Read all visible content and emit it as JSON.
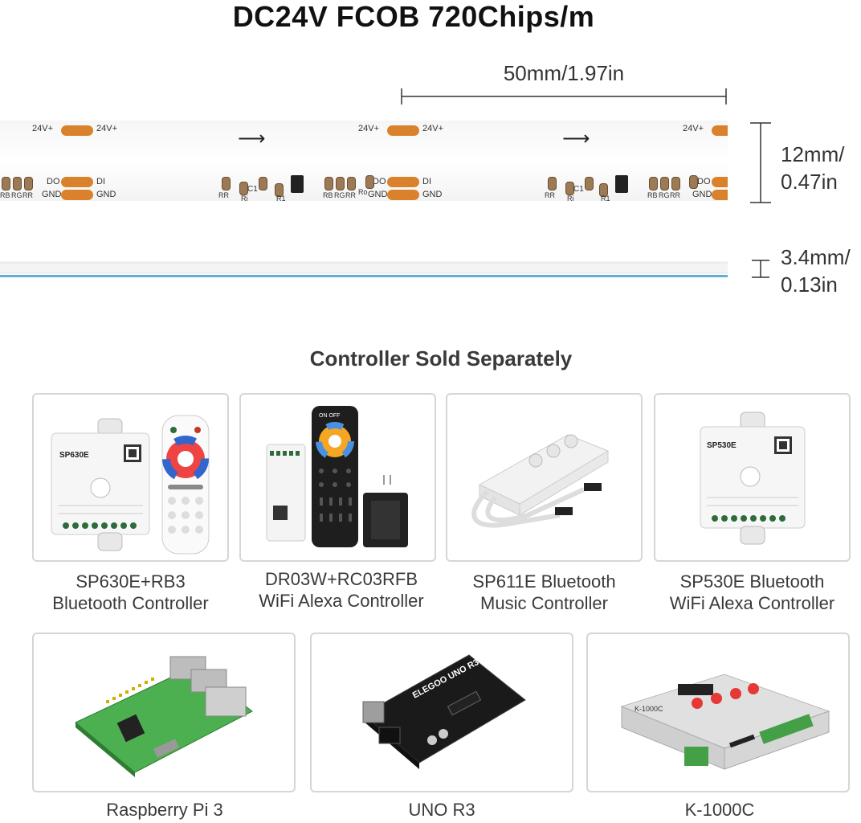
{
  "header": {
    "title": "DC24V FCOB 720Chips/m"
  },
  "dimensions": {
    "length": "50mm/1.97in",
    "height_line1": "12mm/",
    "height_line2": "0.47in",
    "thickness_line1": "3.4mm/",
    "thickness_line2": "0.13in"
  },
  "strip": {
    "pad_labels": [
      "24V+",
      "24V+",
      "DI",
      "GND",
      "DO",
      "GND"
    ],
    "component_labels": [
      "RB",
      "RG",
      "RR",
      "Ro",
      "RR",
      "C1",
      "Ri",
      "R1"
    ],
    "accent_color": "#d9822b",
    "side_color": "#5fb0cf"
  },
  "section": {
    "title": "Controller Sold Separately"
  },
  "controllers": [
    {
      "line1": "SP630E+RB3",
      "line2": "Bluetooth Controller",
      "device_label": "SP630E"
    },
    {
      "line1": "DR03W+RC03RFB",
      "line2": "WiFi Alexa Controller",
      "device_label": "ON OFF"
    },
    {
      "line1": "SP611E Bluetooth",
      "line2": "Music Controller",
      "device_label": ""
    },
    {
      "line1": "SP530E Bluetooth",
      "line2": "WiFi Alexa Controller",
      "device_label": "SP530E"
    }
  ],
  "boards": [
    {
      "label": "Raspberry Pi 3"
    },
    {
      "label": "UNO R3",
      "device_label": "ELEGOO UNO R3"
    },
    {
      "label": "K-1000C",
      "device_label": "K-1000C"
    }
  ]
}
